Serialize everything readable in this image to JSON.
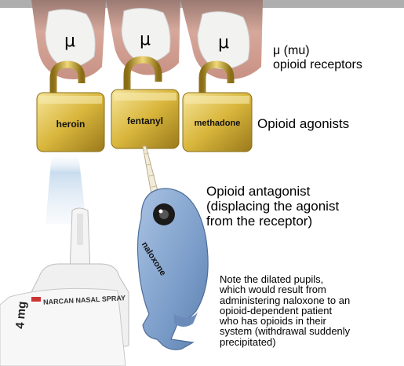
{
  "receptor": {
    "symbol": "μ",
    "label_line1": "μ (mu)",
    "label_line2": "opioid receptors"
  },
  "agonists": {
    "label": "Opioid agonists",
    "locks": [
      "heroin",
      "fentanyl",
      "methadone"
    ]
  },
  "antagonist": {
    "line1": "Opioid antagonist",
    "line2": "(displacing the agonist",
    "line3": "from the receptor)",
    "name": "naloxone"
  },
  "spray": {
    "brand": "NARCAN",
    "product": "NASAL SPRAY",
    "dose": "4 mg"
  },
  "note": {
    "lines": [
      "Note the dilated pupils,",
      "which would result from",
      "administering naloxone to an",
      "opioid-dependent patient",
      "who has opioids in their",
      "system (withdrawal suddenly",
      "precipitated)"
    ]
  },
  "colors": {
    "gold": "#d4b43a",
    "narwhal": "#7f9fc8",
    "nail": "#f2f2f0",
    "skin": "#cf9e93"
  }
}
